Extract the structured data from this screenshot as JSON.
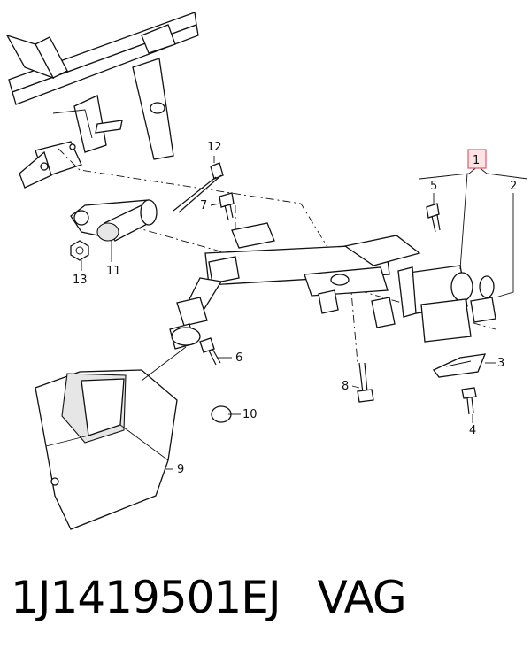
{
  "diagram": {
    "callouts": [
      "1",
      "2",
      "3",
      "4",
      "5",
      "6",
      "7",
      "8",
      "9",
      "10",
      "11",
      "12",
      "13"
    ],
    "highlight_color": "#e05a6a"
  },
  "caption": {
    "part_number": "1J1419501EJ",
    "brand": "VAG"
  }
}
